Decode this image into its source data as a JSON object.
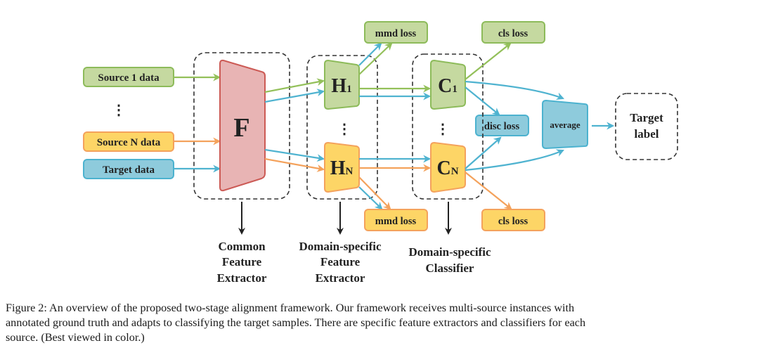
{
  "diagram": {
    "inputs": [
      {
        "label": "Source 1 data",
        "color": "green"
      },
      {
        "label": "Source N data",
        "color": "orange"
      },
      {
        "label": "Target data",
        "color": "blue"
      }
    ],
    "ellipsis": "⋮",
    "common_extractor": {
      "label": "F"
    },
    "feature_extractors": [
      {
        "main": "H",
        "sub": "1",
        "color": "green"
      },
      {
        "main": "H",
        "sub": "N",
        "color": "orange"
      }
    ],
    "classifiers": [
      {
        "main": "C",
        "sub": "1",
        "color": "green"
      },
      {
        "main": "C",
        "sub": "N",
        "color": "orange"
      }
    ],
    "losses": {
      "mmd_top": "mmd loss",
      "cls_top": "cls loss",
      "mmd_bottom": "mmd loss",
      "cls_bottom": "cls loss",
      "disc": "disc loss"
    },
    "average": "average",
    "output": {
      "line1": "Target",
      "line2": "label"
    },
    "stage_labels": [
      {
        "lines": [
          "Common",
          "Feature",
          "Extractor"
        ]
      },
      {
        "lines": [
          "Domain-specific",
          "Feature",
          "Extractor"
        ]
      },
      {
        "lines": [
          "Domain-specific",
          "Classifier"
        ]
      }
    ],
    "colors": {
      "green_fill": "#c5d9a0",
      "green_stroke": "#8dbb5a",
      "orange_fill": "#fdd566",
      "orange_stroke": "#f4a25c",
      "blue_fill": "#8ecbdc",
      "blue_stroke": "#4cb2cf",
      "red_fill": "#e8b4b4",
      "red_stroke": "#cc5a55",
      "green_line": "#93c05a",
      "orange_line": "#f4a25c",
      "blue_line": "#4fb3d0",
      "dark": "#222222"
    }
  },
  "caption": {
    "lines": [
      "Figure 2: An overview of the proposed two-stage alignment framework. Our framework receives multi-source instances with",
      "annotated ground truth and adapts to classifying the target samples. There are specific feature extractors and classifiers for each",
      "source. (Best viewed in color.)"
    ]
  }
}
